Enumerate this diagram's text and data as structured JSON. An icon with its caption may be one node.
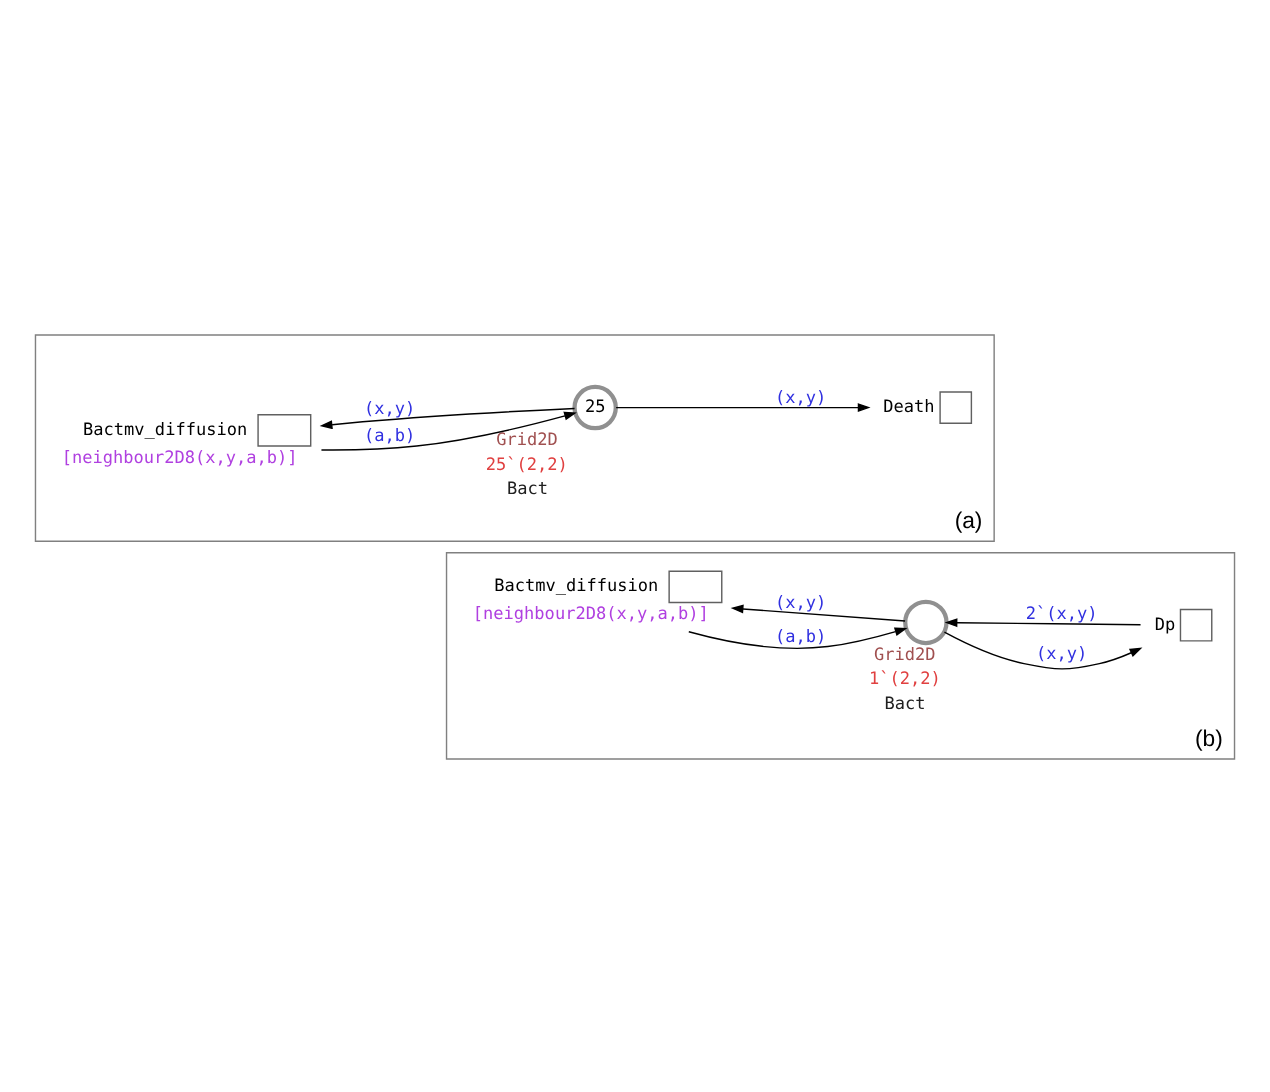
{
  "diagram": {
    "nodes": [
      {
        "text": [
          "(a)"
        ]
      },
      {
        "text": [
          "Bactmv_diffusion"
        ],
        "beside": [
          "[neighbour2D8(x,y,a,b)]"
        ],
        "in": 0
      },
      {
        "text": [
          "25"
        ],
        "beside": [
          "Grid2D",
          "25`(2,2)",
          "Bact"
        ],
        "in": 0
      },
      {
        "text": [
          "Death"
        ],
        "in": 0
      },
      {
        "text": [
          "(b)"
        ]
      },
      {
        "text": [
          "Bactmv_diffusion"
        ],
        "beside": [
          "[neighbour2D8(x,y,a,b)]"
        ],
        "in": 4
      },
      {
        "text": [],
        "shape": "circle",
        "beside": [
          "Grid2D",
          "1`(2,2)",
          "Bact"
        ],
        "in": 4
      },
      {
        "text": [
          "Dp"
        ],
        "in": 4
      }
    ],
    "edges": [
      {
        "from": 2,
        "to": 1,
        "arrow": "to",
        "label": "(x,y)"
      },
      {
        "from": 1,
        "to": 2,
        "arrow": "to",
        "label": "(a,b)"
      },
      {
        "from": 2,
        "to": 3,
        "arrow": "to",
        "label": "(x,y)"
      },
      {
        "from": 6,
        "to": 5,
        "arrow": "to",
        "label": "(x,y)"
      },
      {
        "from": 5,
        "to": 6,
        "arrow": "to",
        "label": "(a,b)"
      },
      {
        "from": 6,
        "to": 7,
        "arrow": "to",
        "label": "(x,y)"
      },
      {
        "from": 7,
        "to": 6,
        "arrow": "to",
        "label": "2`(x,y)"
      }
    ]
  }
}
